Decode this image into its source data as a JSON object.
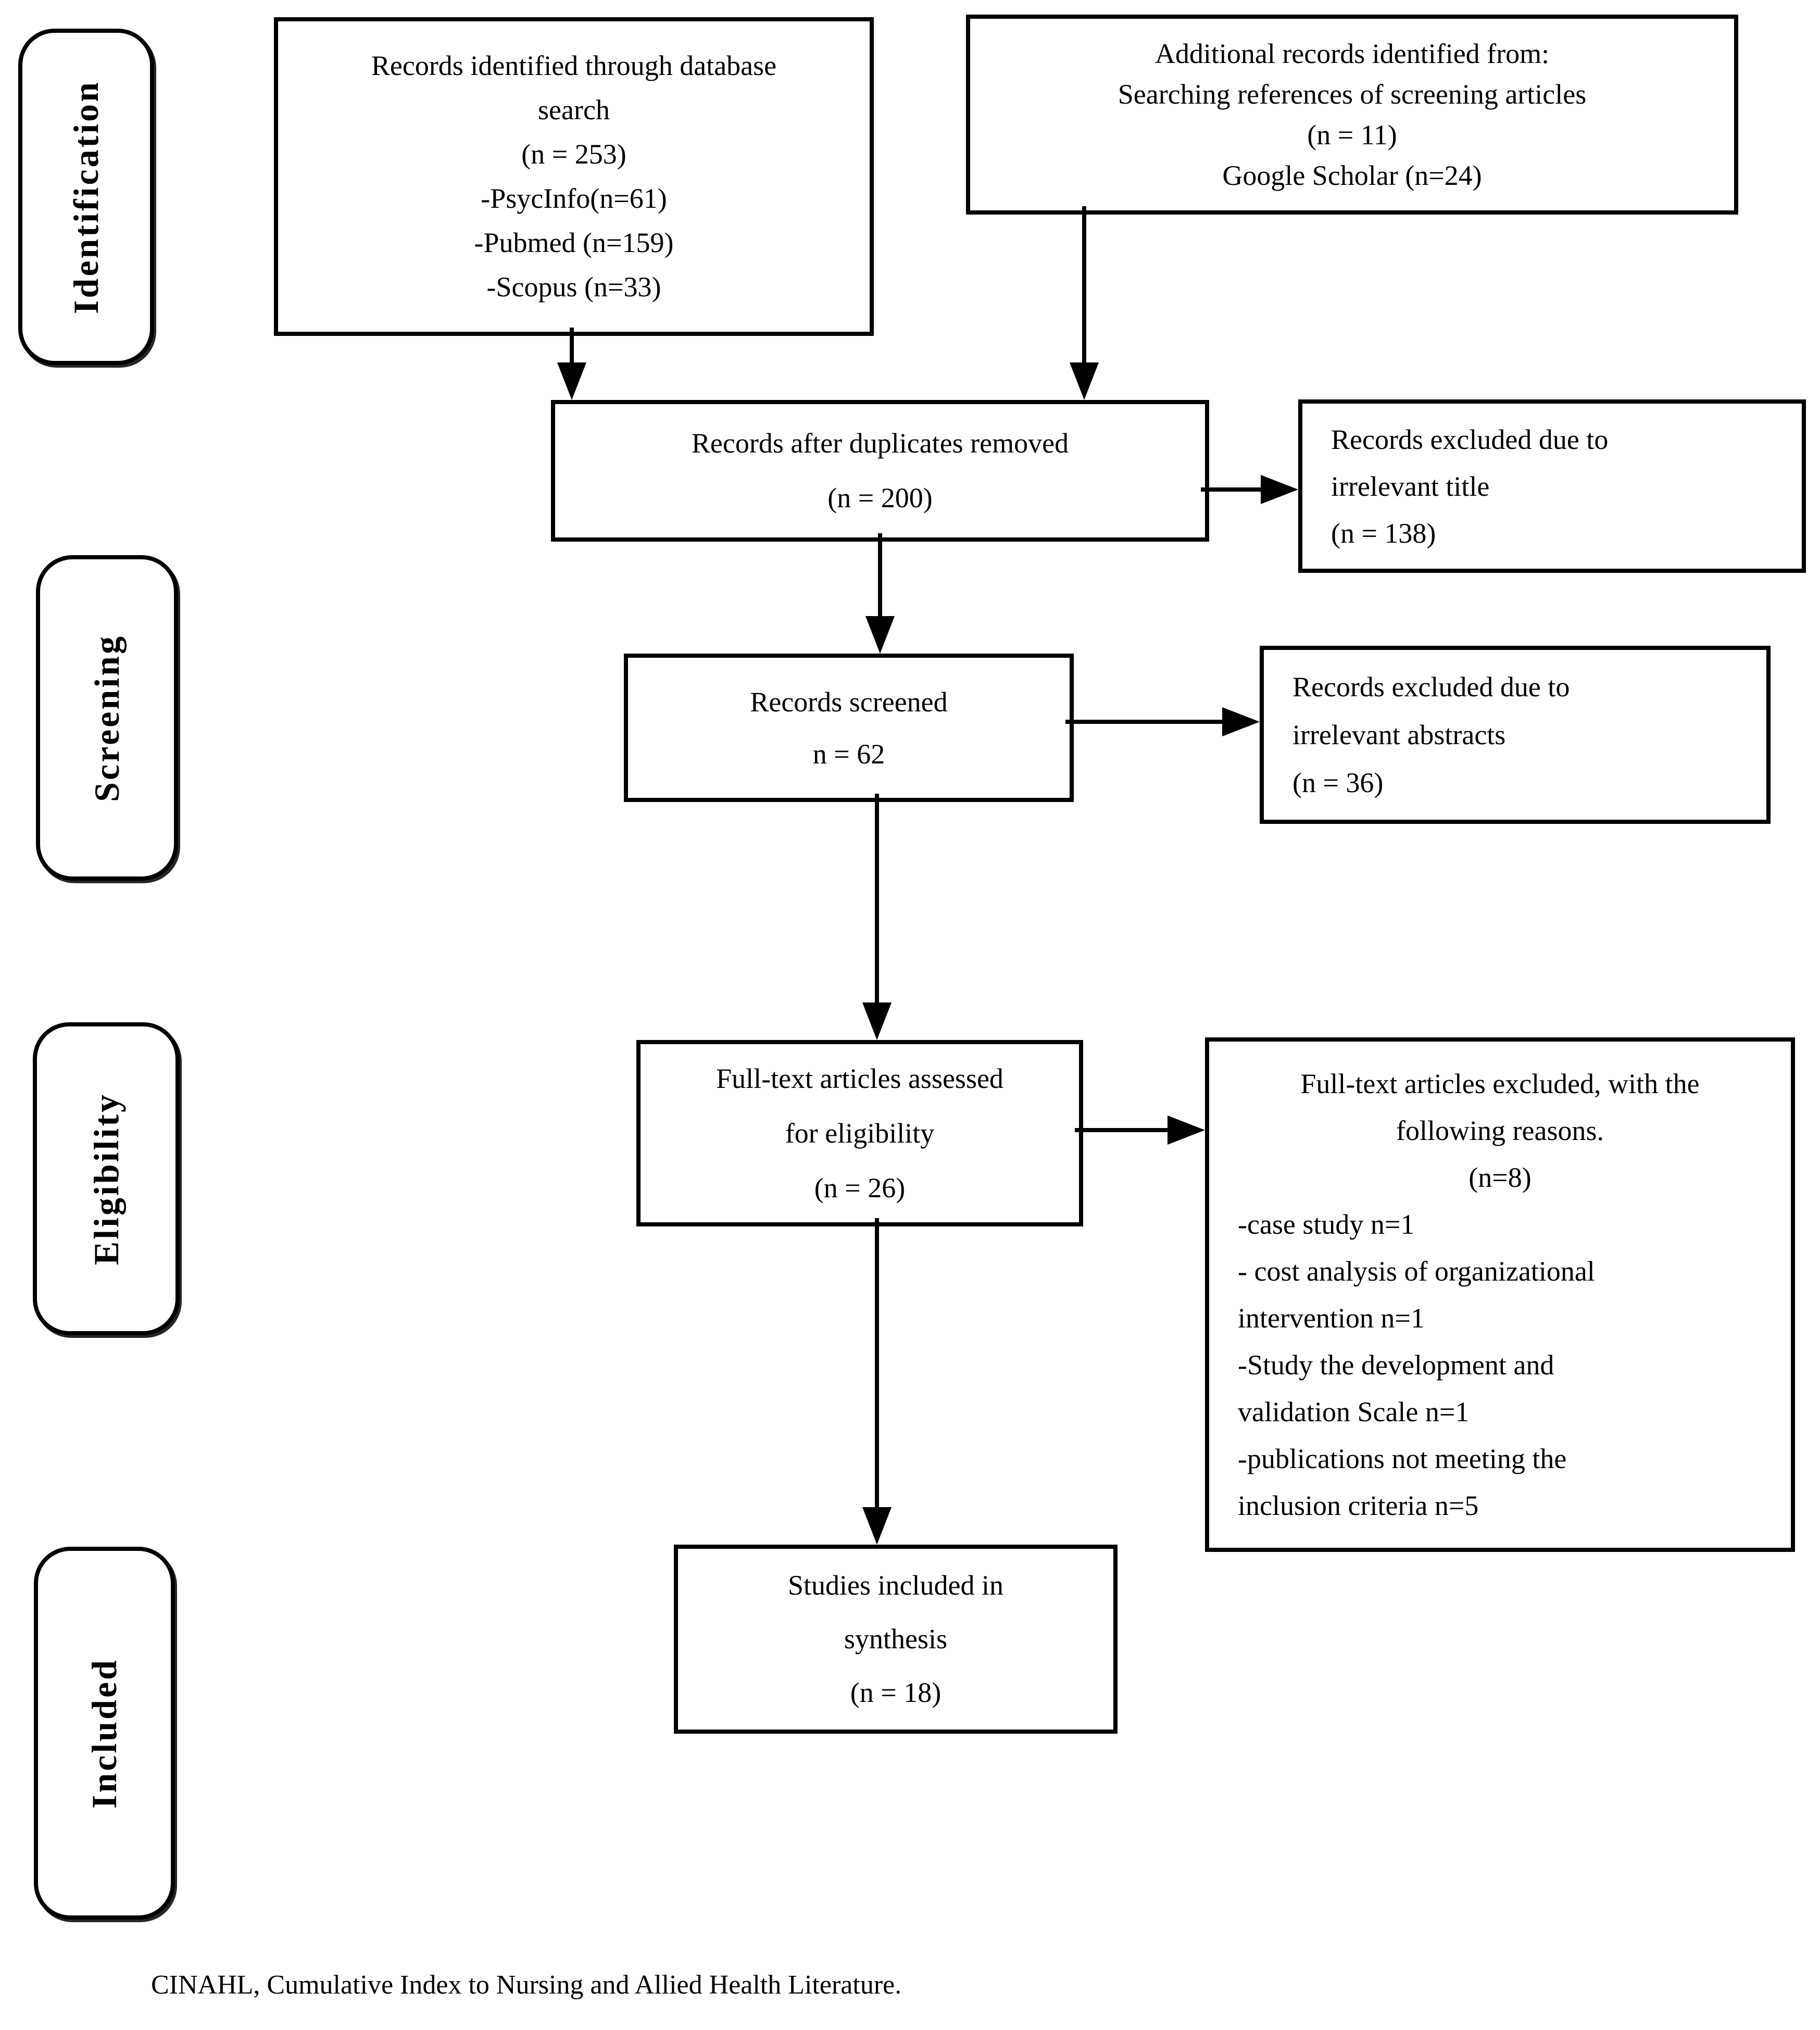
{
  "stage_labels": {
    "identification": "Identification",
    "screening": "Screening",
    "eligibility": "Eligibility",
    "included": "Included"
  },
  "boxes": {
    "records_identified": {
      "lines": [
        "Records identified through database",
        "search",
        "(n = 253)",
        "-PsycInfo(n=61)",
        "-Pubmed (n=159)",
        "-Scopus (n=33)"
      ]
    },
    "additional_records": {
      "lines": [
        "Additional records identified from:",
        "Searching references of screening articles",
        "(n = 11)",
        "Google Scholar (n=24)"
      ]
    },
    "after_duplicates": {
      "lines": [
        "Records after duplicates removed",
        "(n = 200)"
      ]
    },
    "excluded_title": {
      "lines": [
        "Records excluded due to",
        "irrelevant title",
        "(n = 138)"
      ]
    },
    "records_screened": {
      "lines": [
        "Records screened",
        "n = 62"
      ]
    },
    "excluded_abstracts": {
      "lines": [
        "Records excluded due to",
        "irrelevant abstracts",
        "(n = 36)"
      ]
    },
    "fulltext_assessed": {
      "lines": [
        "Full-text articles assessed",
        "for eligibility",
        "(n = 26)"
      ]
    },
    "fulltext_excluded": {
      "lines": [
        "Full-text articles excluded, with the",
        "following reasons.",
        "(n=8)",
        "-case study n=1",
        "- cost analysis of organizational",
        "intervention n=1",
        "-Study the development and",
        "validation Scale n=1",
        "-publications not meeting the",
        "inclusion criteria n=5"
      ]
    },
    "studies_included": {
      "lines": [
        "Studies included in",
        "synthesis",
        "(n = 18)"
      ]
    }
  },
  "footer": "CINAHL, Cumulative Index to Nursing and Allied Health Literature."
}
